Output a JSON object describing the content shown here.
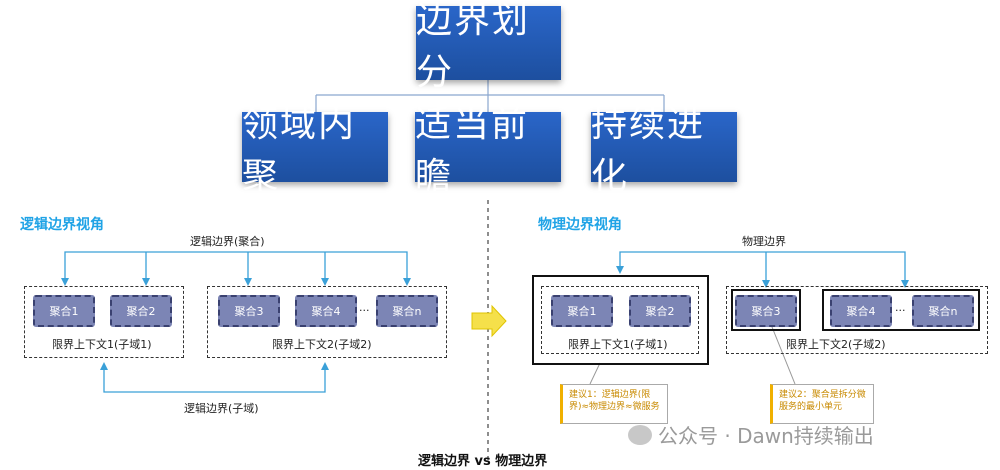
{
  "top": {
    "root": "边界划分",
    "children": [
      "领域内聚",
      "适当前瞻",
      "持续进化"
    ]
  },
  "left": {
    "title": "逻辑边界视角",
    "top_label": "逻辑边界(聚合)",
    "bottom_label": "逻辑边界(子域)",
    "ctx1_label": "限界上下文1(子域1)",
    "ctx2_label": "限界上下文2(子域2)",
    "aggs": [
      "聚合1",
      "聚合2",
      "聚合3",
      "聚合4",
      "聚合n"
    ],
    "ellipsis": "···"
  },
  "right": {
    "title": "物理边界视角",
    "top_label": "物理边界",
    "ctx1_label": "限界上下文1(子域1)",
    "ctx2_label": "限界上下文2(子域2)",
    "aggs": [
      "聚合1",
      "聚合2",
      "聚合3",
      "聚合4",
      "聚合n"
    ],
    "ellipsis": "···",
    "note1": "建议1：逻辑边界(限界)≈物理边界≈微服务",
    "note2": "建议2：聚合是拆分微服务的最小单元"
  },
  "caption": "逻辑边界 vs 物理边界",
  "watermark": "公众号 · Dawn持续输出",
  "colors": {
    "blue": "#2a66c9",
    "cyan": "#1fa3e6",
    "agg": "#7c85b5",
    "note": "#f0b000"
  }
}
